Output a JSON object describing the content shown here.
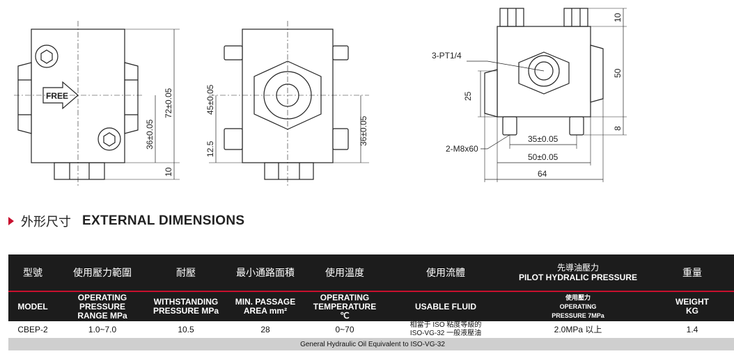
{
  "drawing_labels": {
    "left_view": {
      "free_label": "FREE",
      "dim_72": "72±0.05",
      "dim_36": "36±0.05",
      "dim_10": "10"
    },
    "middle_view": {
      "dim_45": "45±0.05",
      "dim_12_5": "12.5",
      "dim_36": "36±0.05"
    },
    "right_view": {
      "pt_note": "3-PT1/4",
      "m8_note": "2-M8x60",
      "dim_25": "25",
      "dim_10": "10",
      "dim_50_v": "50",
      "dim_8": "8",
      "dim_35": "35±0.05",
      "dim_50_h": "50±0.05",
      "dim_64": "64"
    }
  },
  "section": {
    "title_zh": "外形尺寸",
    "title_en": "EXTERNAL DIMENSIONS"
  },
  "table": {
    "header_zh": [
      "型號",
      "使用壓力範圍",
      "耐壓",
      "最小通路面積",
      "使用溫度",
      "使用流體",
      "",
      "重量"
    ],
    "pilot_zh": "先導油壓力",
    "pilot_en": "PILOT HYDRALIC PRESSURE",
    "header_en": {
      "model": "MODEL",
      "operating_pressure_1": "OPERATING PRESSURE",
      "operating_pressure_2": "RANGE MPa",
      "withstanding_1": "WITHSTANDING",
      "withstanding_2": "PRESSURE  MPa",
      "min_passage_1": "MIN. PASSAGE",
      "min_passage_2": "AREA  mm²",
      "operating_temp_1": "OPERATING",
      "operating_temp_2": "TEMPERATURE  ℃",
      "usable_fluid": "USABLE FLUID",
      "pilot_1": "使用壓力",
      "pilot_2": "OPERATING",
      "pilot_3": "PRESSURE 7MPa",
      "weight_1": "WEIGHT",
      "weight_2": "KG"
    },
    "row": {
      "model": "CBEP-2",
      "pressure_range": "1.0~7.0",
      "withstanding": "10.5",
      "passage_area": "28",
      "temperature": "0~70",
      "fluid_1": "相當于 ISO 粘度等級的",
      "fluid_2": "ISO-VG-32 一般液壓油",
      "pilot": "2.0MPa 以上",
      "weight": "1.4"
    },
    "note": "General Hydraulic Oil Equivalent to ISO-VG-32"
  },
  "colors": {
    "accent": "#c8102e",
    "header_bg": "#1c1c1c",
    "note_bg": "#cfcfcf"
  }
}
